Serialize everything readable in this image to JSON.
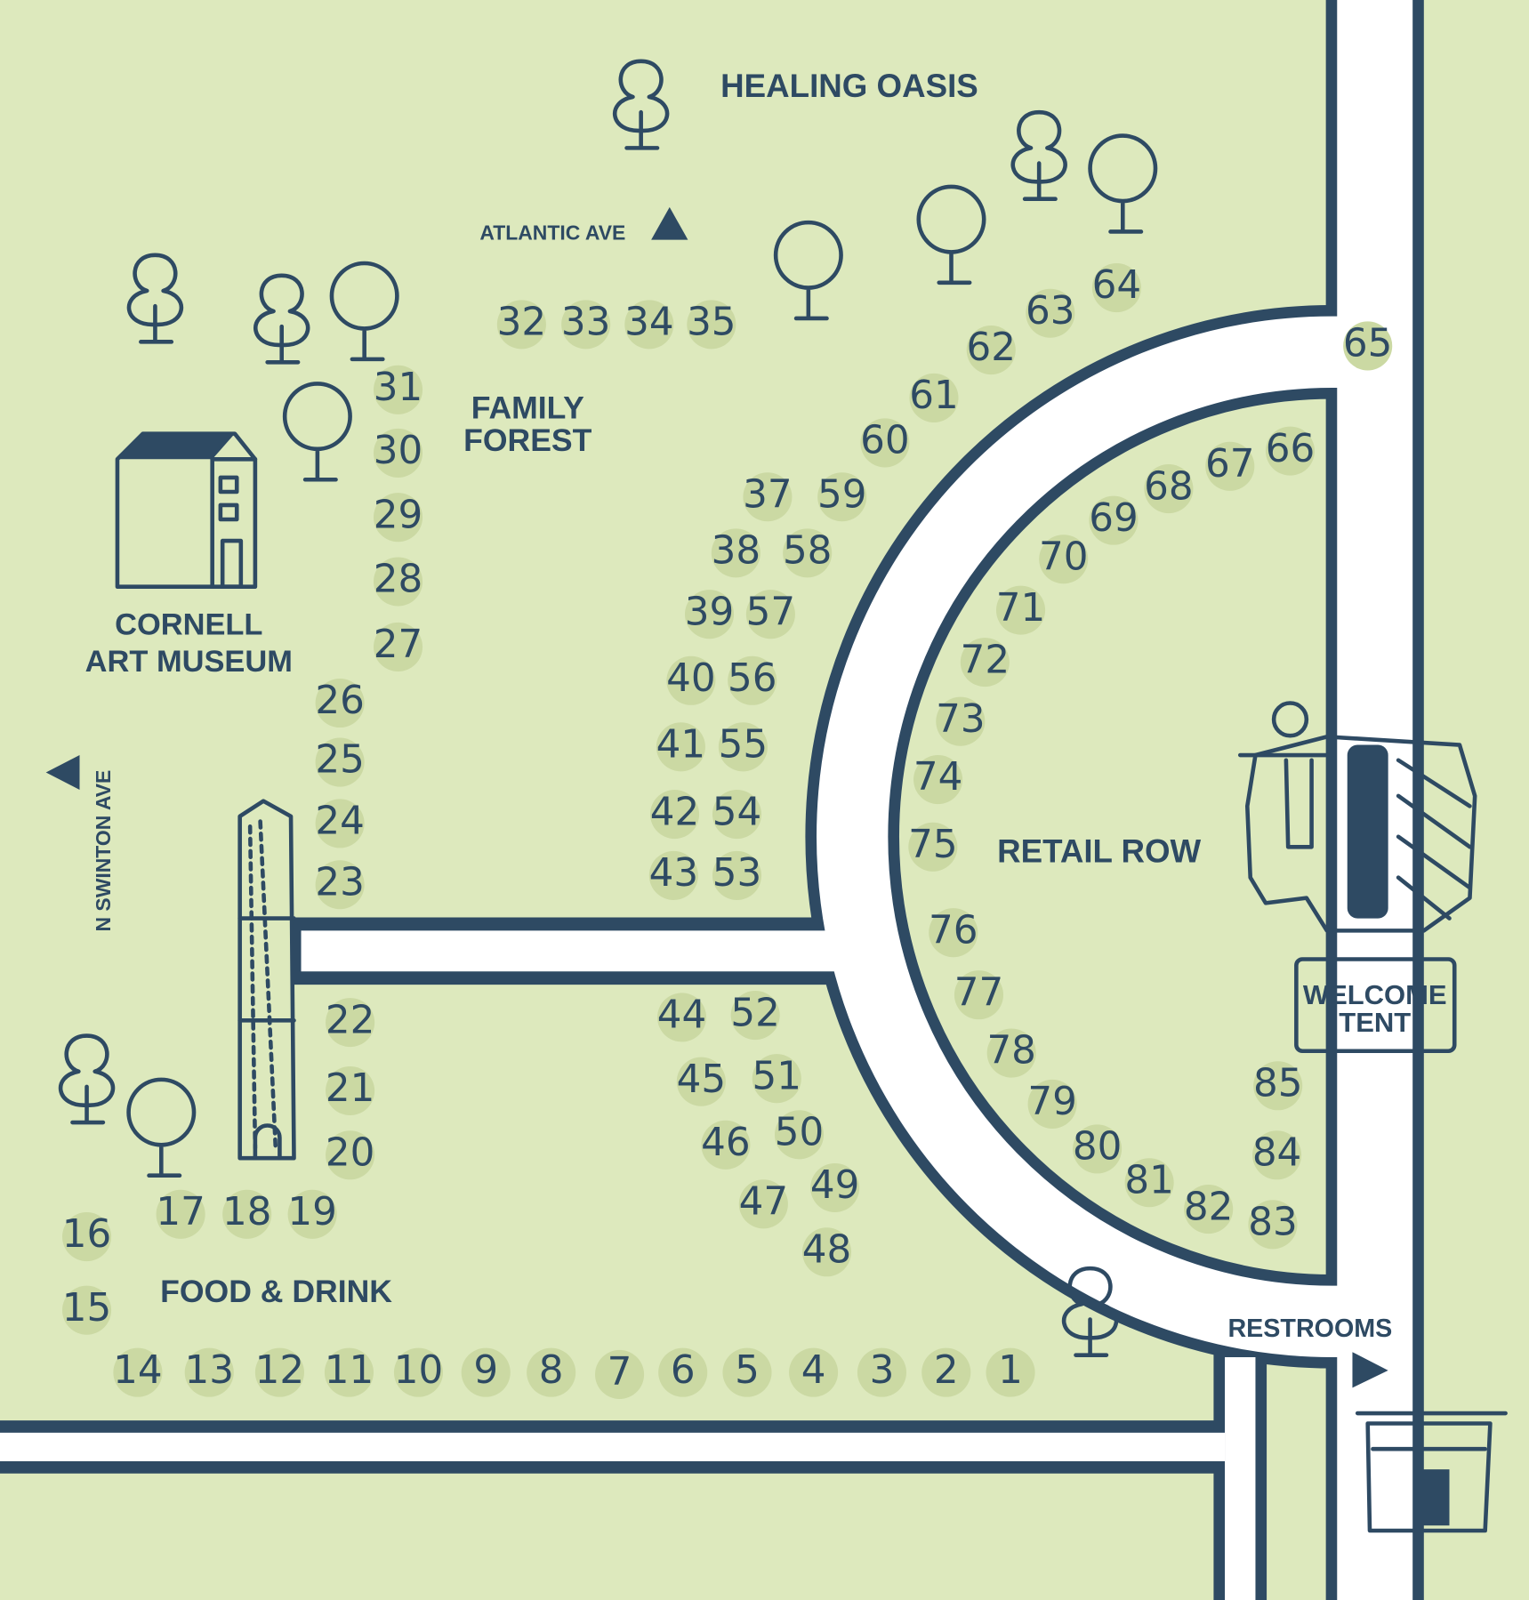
{
  "map": {
    "areas": {
      "healing_oasis": "HEALING OASIS",
      "family_forest_1": "FAMILY",
      "family_forest_2": "FOREST",
      "cornell_1": "CORNELL",
      "cornell_2": "ART MUSEUM",
      "retail_row": "RETAIL ROW",
      "food_drink": "FOOD & DRINK",
      "welcome_1": "WELCOME",
      "welcome_2": "TENT",
      "restrooms": "RESTROOMS"
    },
    "streets": {
      "atlantic": "ATLANTIC AVE",
      "swinton": "N SWINTON AVE"
    },
    "booths": [
      "1",
      "2",
      "3",
      "4",
      "5",
      "6",
      "7",
      "8",
      "9",
      "10",
      "11",
      "12",
      "13",
      "14",
      "15",
      "16",
      "17",
      "18",
      "19",
      "20",
      "21",
      "22",
      "23",
      "24",
      "25",
      "26",
      "27",
      "28",
      "29",
      "30",
      "31",
      "32",
      "33",
      "34",
      "35",
      "37",
      "38",
      "39",
      "40",
      "41",
      "42",
      "43",
      "44",
      "45",
      "46",
      "47",
      "48",
      "49",
      "50",
      "51",
      "52",
      "53",
      "54",
      "55",
      "56",
      "57",
      "58",
      "59",
      "60",
      "61",
      "62",
      "63",
      "64",
      "65",
      "66",
      "67",
      "68",
      "69",
      "70",
      "71",
      "72",
      "73",
      "74",
      "75",
      "76",
      "77",
      "78",
      "79",
      "80",
      "81",
      "82",
      "83",
      "84",
      "85"
    ],
    "colors": {
      "background": "#dde9bd",
      "ink": "#2e4a63",
      "road": "#ffffff",
      "booth_highlight": "#cbd9a3"
    }
  }
}
